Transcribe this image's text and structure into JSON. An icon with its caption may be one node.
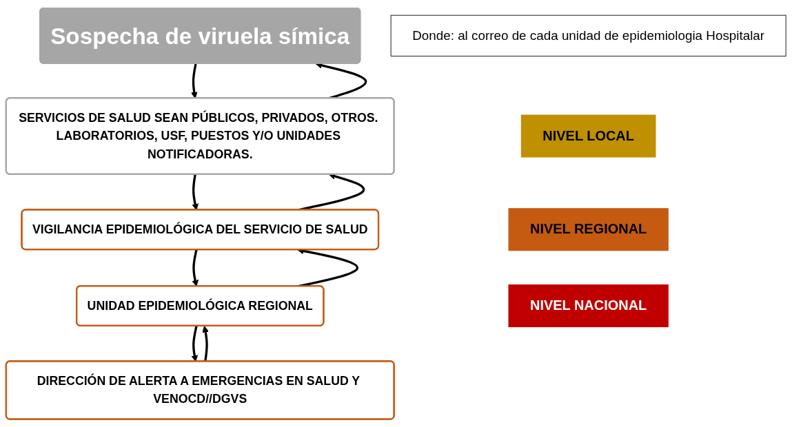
{
  "diagram": {
    "nodes": [
      {
        "text": [
          "Sospecha de viruela símica"
        ]
      },
      {
        "text": [
          "SERVICIOS DE SALUD SEAN PÚBLICOS, PRIVADOS, OTROS. LABORATORIOS, USF, PUESTOS Y/O UNIDADES NOTIFICADORAS."
        ]
      },
      {
        "text": [
          "VIGILANCIA EPIDEMIOLÓGICA DEL SERVICIO DE SALUD"
        ]
      },
      {
        "text": [
          "UNIDAD EPIDEMIOLÓGICA REGIONAL"
        ]
      },
      {
        "text": [
          "DIRECCIÓN DE ALERTA A EMERGENCIAS EN SALUD Y VENOCD//DGVS"
        ]
      },
      {
        "text": [
          "Donde: al correo de cada unidad de epidemiologia Hospitalar"
        ]
      },
      {
        "text": [
          "NIVEL LOCAL"
        ]
      },
      {
        "text": [
          "NIVEL REGIONAL"
        ]
      },
      {
        "text": [
          "NIVEL NACIONAL"
        ]
      }
    ],
    "edges": [
      {
        "from": 0,
        "to": 1,
        "arrow": "to"
      },
      {
        "from": 1,
        "to": 0,
        "arrow": "to"
      },
      {
        "from": 1,
        "to": 2,
        "arrow": "to"
      },
      {
        "from": 2,
        "to": 1,
        "arrow": "to"
      },
      {
        "from": 2,
        "to": 3,
        "arrow": "to"
      },
      {
        "from": 3,
        "to": 2,
        "arrow": "to"
      },
      {
        "from": 3,
        "to": 4,
        "arrow": "to"
      },
      {
        "from": 4,
        "to": 3,
        "arrow": "to"
      }
    ]
  }
}
